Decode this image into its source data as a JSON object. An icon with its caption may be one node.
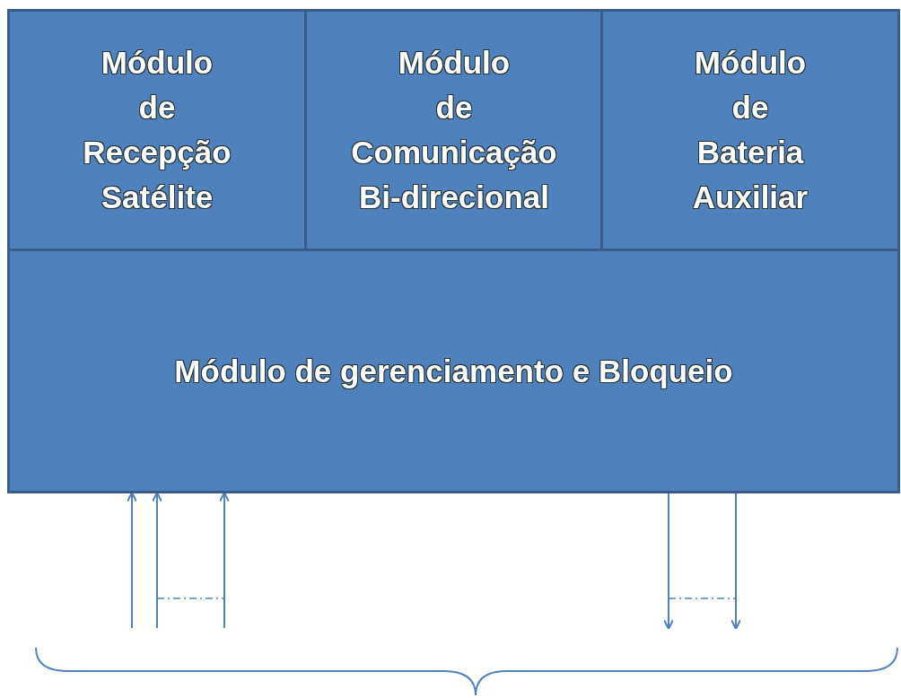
{
  "diagram": {
    "nodes": [
      {
        "text": [
          "Módulo de Recepção Satélite"
        ]
      },
      {
        "text": [
          "Módulo de Comunicação Bi-direcional"
        ]
      },
      {
        "text": [
          "Módulo de Bateria Auxiliar"
        ]
      },
      {
        "text": [
          "Módulo de gerenciamento e Bloqueio"
        ]
      }
    ],
    "edges": [
      {
        "from": null,
        "to": 3,
        "arrow": "to"
      },
      {
        "from": null,
        "to": 3,
        "arrow": "to"
      },
      {
        "from": null,
        "to": 3,
        "arrow": "to"
      },
      {
        "from": 3,
        "to": null,
        "arrow": "to"
      },
      {
        "from": 3,
        "to": null,
        "arrow": "to"
      }
    ]
  }
}
